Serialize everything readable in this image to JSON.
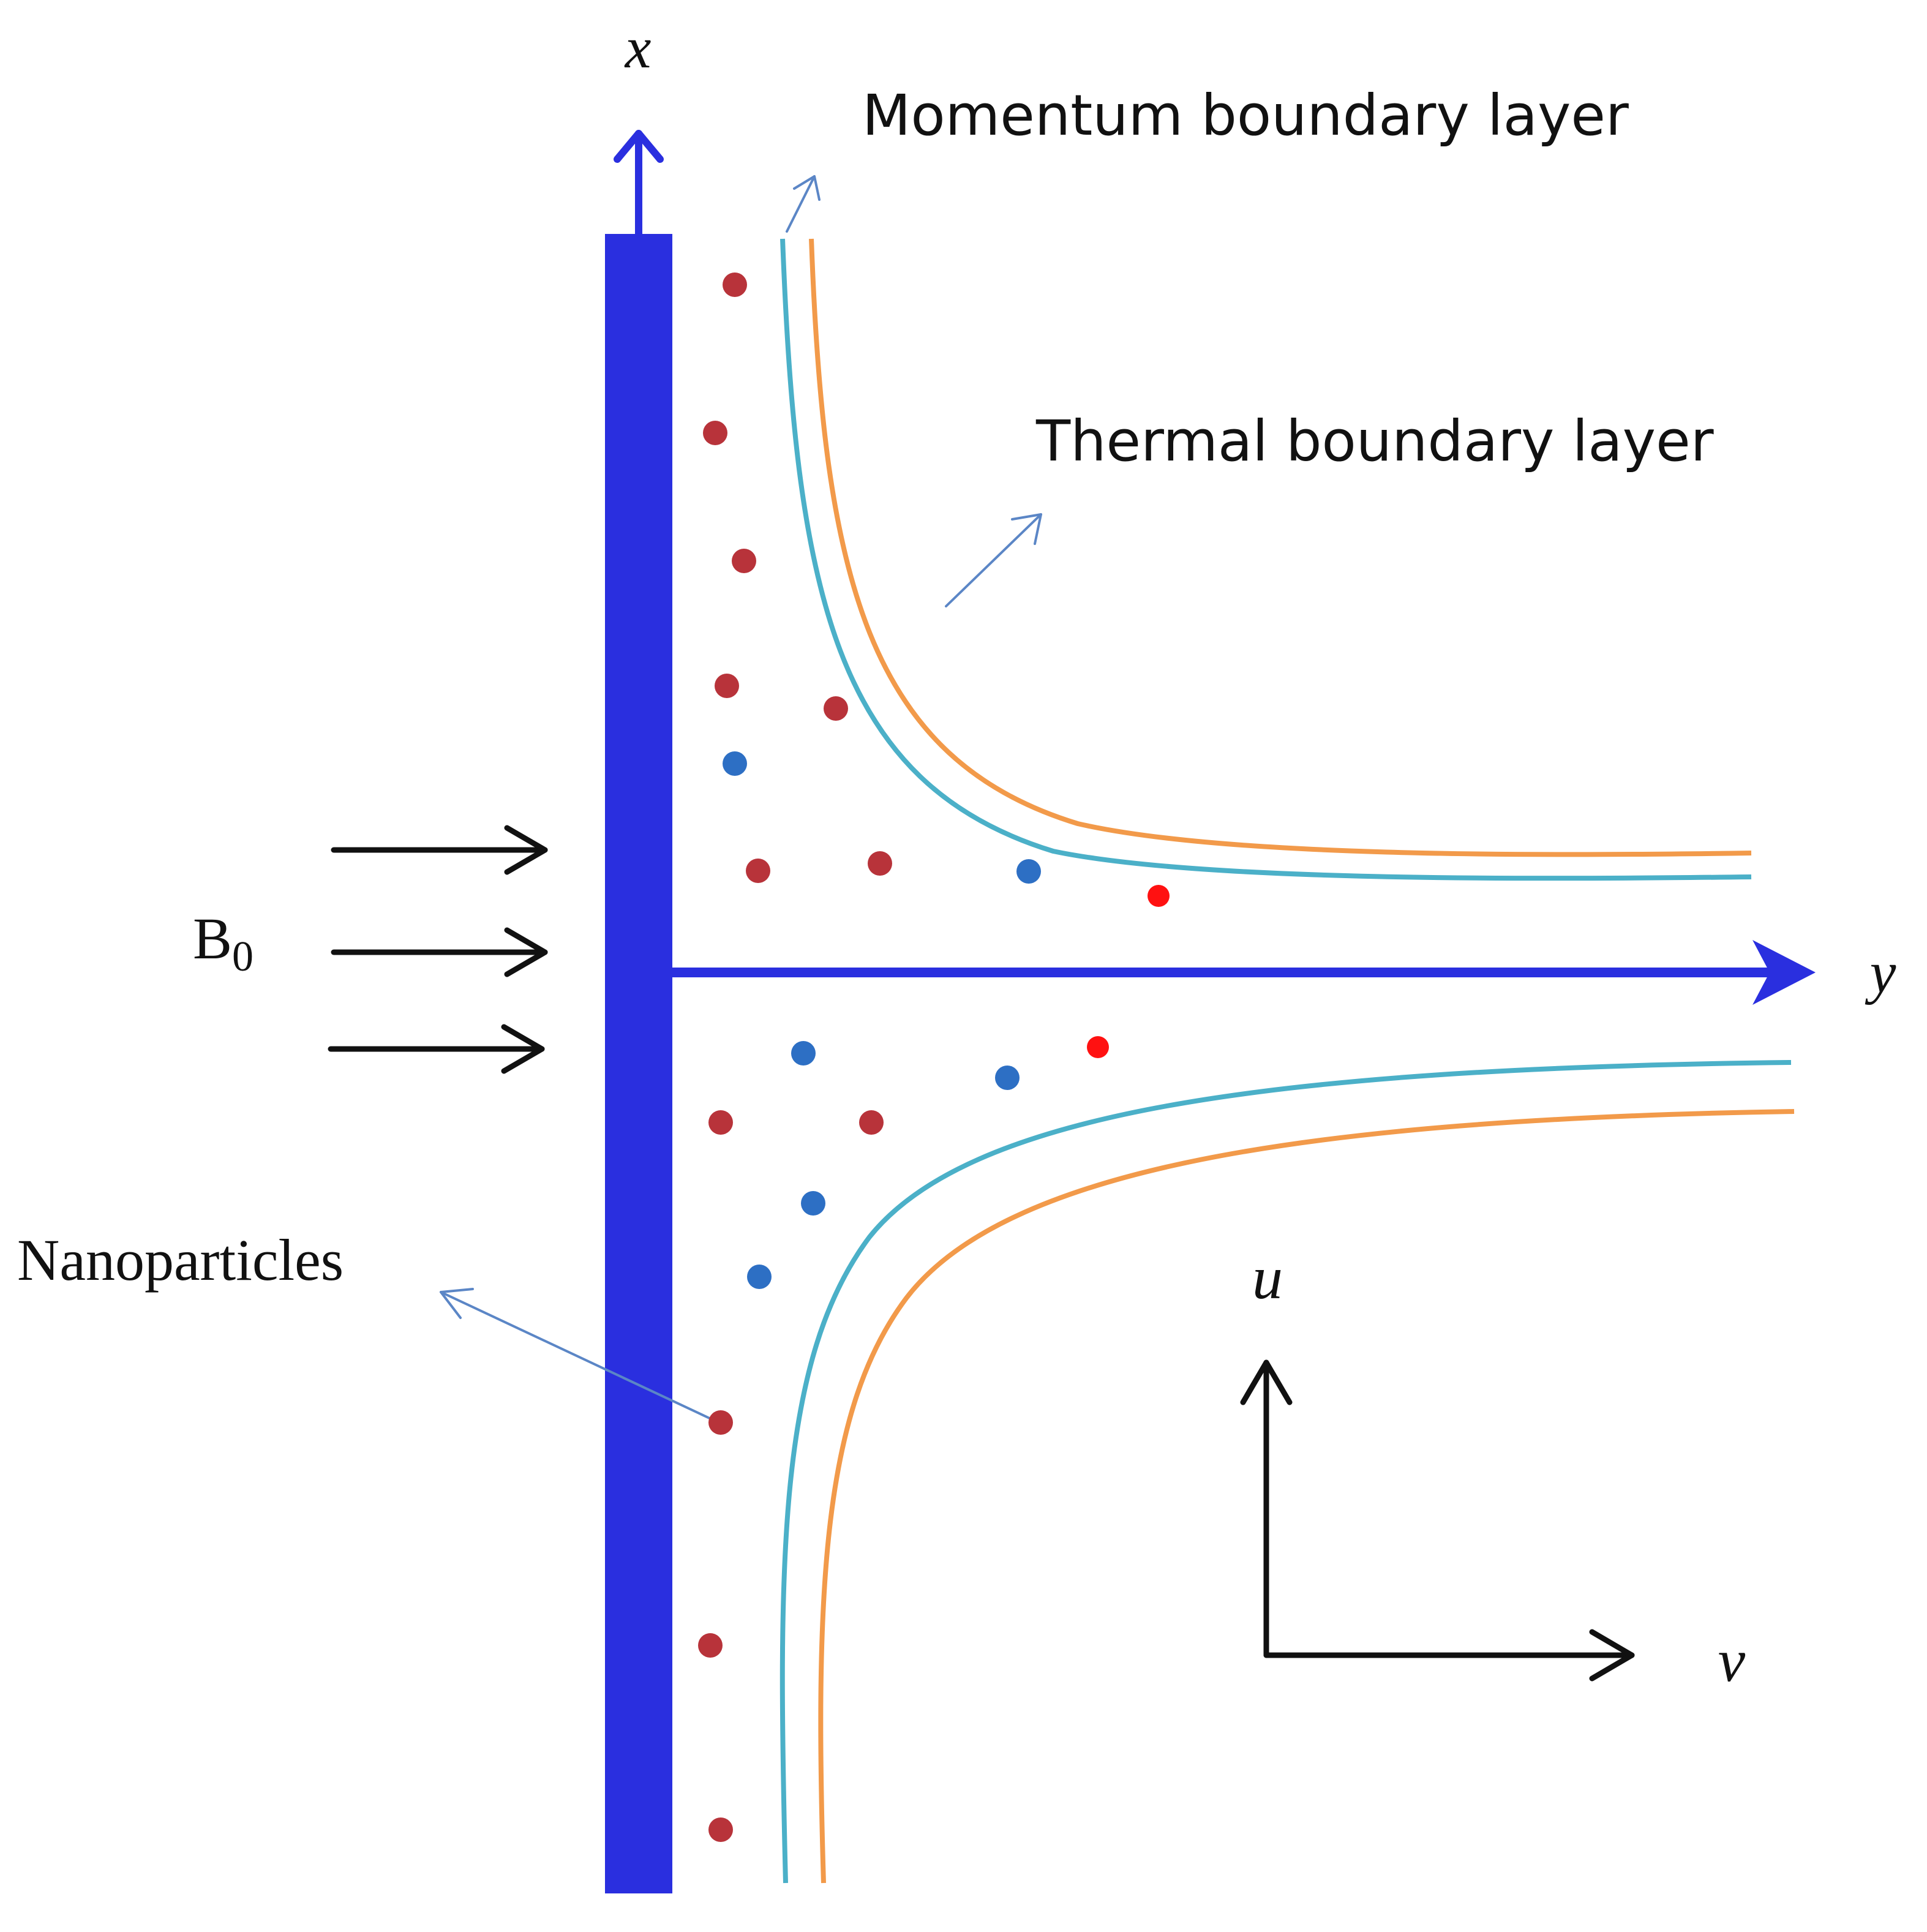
{
  "labels": {
    "axis_x": "x",
    "axis_y": "y",
    "field": "B",
    "field_sub": "0",
    "momentum_layer": "Momentum  boundary layer",
    "thermal_layer": "Thermal  boundary layer",
    "nanoparticles": "Nanoparticles",
    "velocity_u": "u",
    "velocity_v": "v"
  },
  "colors": {
    "plate": "#2a2fdf",
    "axis": "#2a2fdf",
    "momentum_curve": "#4bb0c8",
    "thermal_curve": "#f29a4a",
    "particle_red": "#b8333a",
    "particle_blue": "#2d6fc4",
    "particle_bright_red": "#ff1111",
    "pointer": "#5b86c6",
    "field_arrows": "#111111"
  }
}
